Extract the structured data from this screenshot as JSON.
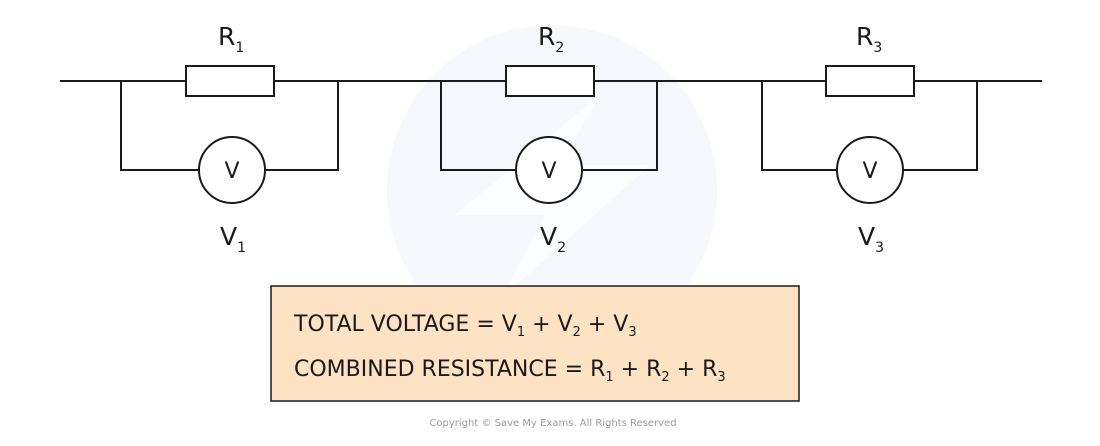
{
  "colors": {
    "line": "#1a1a1a",
    "equation_box_fill": "#fde3c3",
    "watermark": "#eef3fb"
  },
  "circuit": {
    "resistors": [
      {
        "symbol": "R",
        "index": "1"
      },
      {
        "symbol": "R",
        "index": "2"
      },
      {
        "symbol": "R",
        "index": "3"
      }
    ],
    "voltmeters": [
      {
        "glyph": "V",
        "label_symbol": "V",
        "label_index": "1"
      },
      {
        "glyph": "V",
        "label_symbol": "V",
        "label_index": "2"
      },
      {
        "glyph": "V",
        "label_symbol": "V",
        "label_index": "3"
      }
    ]
  },
  "equations": {
    "voltage": {
      "lhs": "TOTAL VOLTAGE = ",
      "t1": "V",
      "s1": "1",
      "op1": " + ",
      "t2": "V",
      "s2": "2",
      "op2": " + ",
      "t3": "V",
      "s3": "3"
    },
    "resistance": {
      "lhs": "COMBINED RESISTANCE = ",
      "t1": "R",
      "s1": "1",
      "op1": " + ",
      "t2": "R",
      "s2": "2",
      "op2": " + ",
      "t3": "R",
      "s3": "3"
    }
  },
  "copyright": "Copyright © Save My Exams. All Rights Reserved"
}
